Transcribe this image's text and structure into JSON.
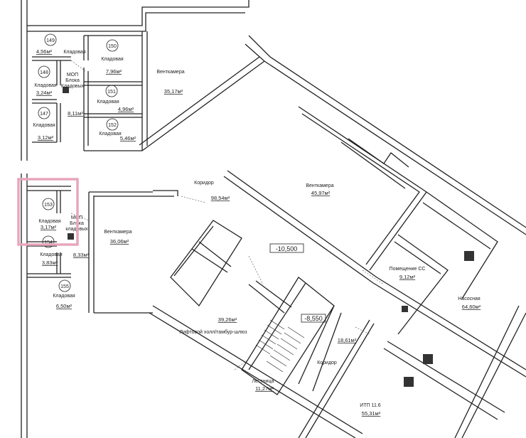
{
  "highlight_color": "#e8a5bd",
  "rooms": {
    "r149": {
      "number": "149",
      "name": "Кладовая",
      "area": "4,56м²"
    },
    "r150": {
      "number": "150",
      "name": "Кладовая",
      "area": "7,96м²"
    },
    "r148": {
      "number": "148",
      "name": "Кладовая",
      "area": "3,24м²"
    },
    "r151": {
      "number": "151",
      "name": "Кладовая",
      "area": "4,96м²"
    },
    "r147": {
      "number": "147",
      "name": "Кладовая",
      "area": "3,12м²"
    },
    "r152": {
      "number": "152",
      "name": "Кладовая",
      "area": "5,46м²"
    },
    "mop1": {
      "name1": "МОП",
      "name2": "Блока",
      "name3": "Кладовых",
      "area": "8,11м²"
    },
    "vent1": {
      "name": "Венткамера",
      "area": "35,17м²"
    },
    "corridor1": {
      "name": "Коридор",
      "area": "98,54м²"
    },
    "vent2": {
      "name": "Венткамера",
      "area": "45,97м²"
    },
    "r153": {
      "number": "153",
      "name": "Кладовая",
      "area": "3,17м²"
    },
    "mop2": {
      "name1": "МОП",
      "name2": "Блока",
      "name3": "кладовых",
      "area": "8,33м²"
    },
    "r154": {
      "number": "154",
      "name": "Кладовая",
      "area": "3,83м²"
    },
    "r155": {
      "number": "155",
      "name": "Кладовая",
      "area": "6,50м²"
    },
    "vent3": {
      "name": "Венткамера",
      "area": "36,06м²"
    },
    "ss": {
      "name": "Помещение СС",
      "area": "9,12м²"
    },
    "pump": {
      "name": "Насосная",
      "area": "64,60м²"
    },
    "lifthall": {
      "name": "Лифтовой холл/тамбур-шлюз",
      "area": "39,26м²"
    },
    "corridor2": {
      "name": "Коридор",
      "area": "18,61м²"
    },
    "stairs": {
      "name": "Лестница",
      "area": "11,27м²"
    },
    "itp": {
      "name": "ИТП 11.6",
      "area": "55,31м²"
    }
  },
  "levels": {
    "main": "-10,500",
    "stair": "-8,550"
  }
}
